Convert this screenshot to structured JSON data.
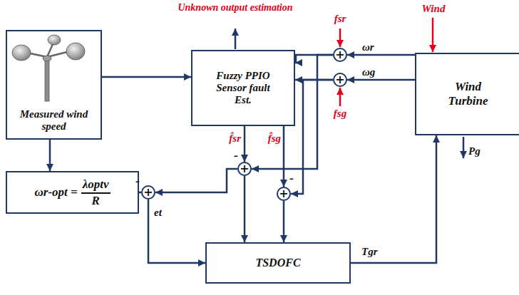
{
  "diagram": {
    "nodes": [
      {
        "text": [
          "Measured wind speed"
        ]
      },
      {
        "text": [
          "Fuzzy PPIO Sensor fault Est."
        ]
      },
      {
        "text": [
          "+"
        ]
      },
      {
        "text": [
          "+"
        ]
      },
      {
        "text": [
          "Wind Turbine"
        ]
      },
      {
        "text": [
          "+"
        ]
      },
      {
        "text": [
          "+"
        ]
      },
      {
        "text": [
          "ωr-opt =",
          "λoptν",
          "R"
        ]
      },
      {
        "text": [
          "+"
        ]
      },
      {
        "text": [
          "TSDOFC"
        ]
      }
    ],
    "edges": [
      {
        "from": 4,
        "to": 2,
        "arrow": "to",
        "label": "ωr"
      },
      {
        "from": 4,
        "to": 3,
        "arrow": "to",
        "label": "ωg"
      },
      {
        "from": 2,
        "to": 1,
        "arrow": "to"
      },
      {
        "from": 3,
        "to": 1,
        "arrow": "to"
      },
      {
        "from": 2,
        "to": 5,
        "arrow": "to"
      },
      {
        "from": 3,
        "to": 6,
        "arrow": "to"
      },
      {
        "from": 1,
        "to": 5,
        "arrow": "to"
      },
      {
        "from": 1,
        "to": 6,
        "arrow": "to"
      },
      {
        "from": 0,
        "to": 1,
        "arrow": "to"
      },
      {
        "from": 0,
        "to": 7,
        "arrow": "to"
      },
      {
        "from": 7,
        "to": 8,
        "arrow": "to"
      },
      {
        "from": 5,
        "to": 8,
        "arrow": "to"
      },
      {
        "from": 5,
        "to": 9,
        "arrow": "to"
      },
      {
        "from": 6,
        "to": 9,
        "arrow": "to"
      },
      {
        "from": 8,
        "to": 9,
        "arrow": "to",
        "label": "et"
      },
      {
        "from": 9,
        "to": 4,
        "arrow": "to",
        "label": "Tgr"
      }
    ],
    "labels": [
      "Unknown output estimation",
      "Wind",
      "fsr",
      "fsg",
      "Pg",
      "f̂sr",
      "f̂sg",
      "-",
      "-",
      "-"
    ]
  }
}
